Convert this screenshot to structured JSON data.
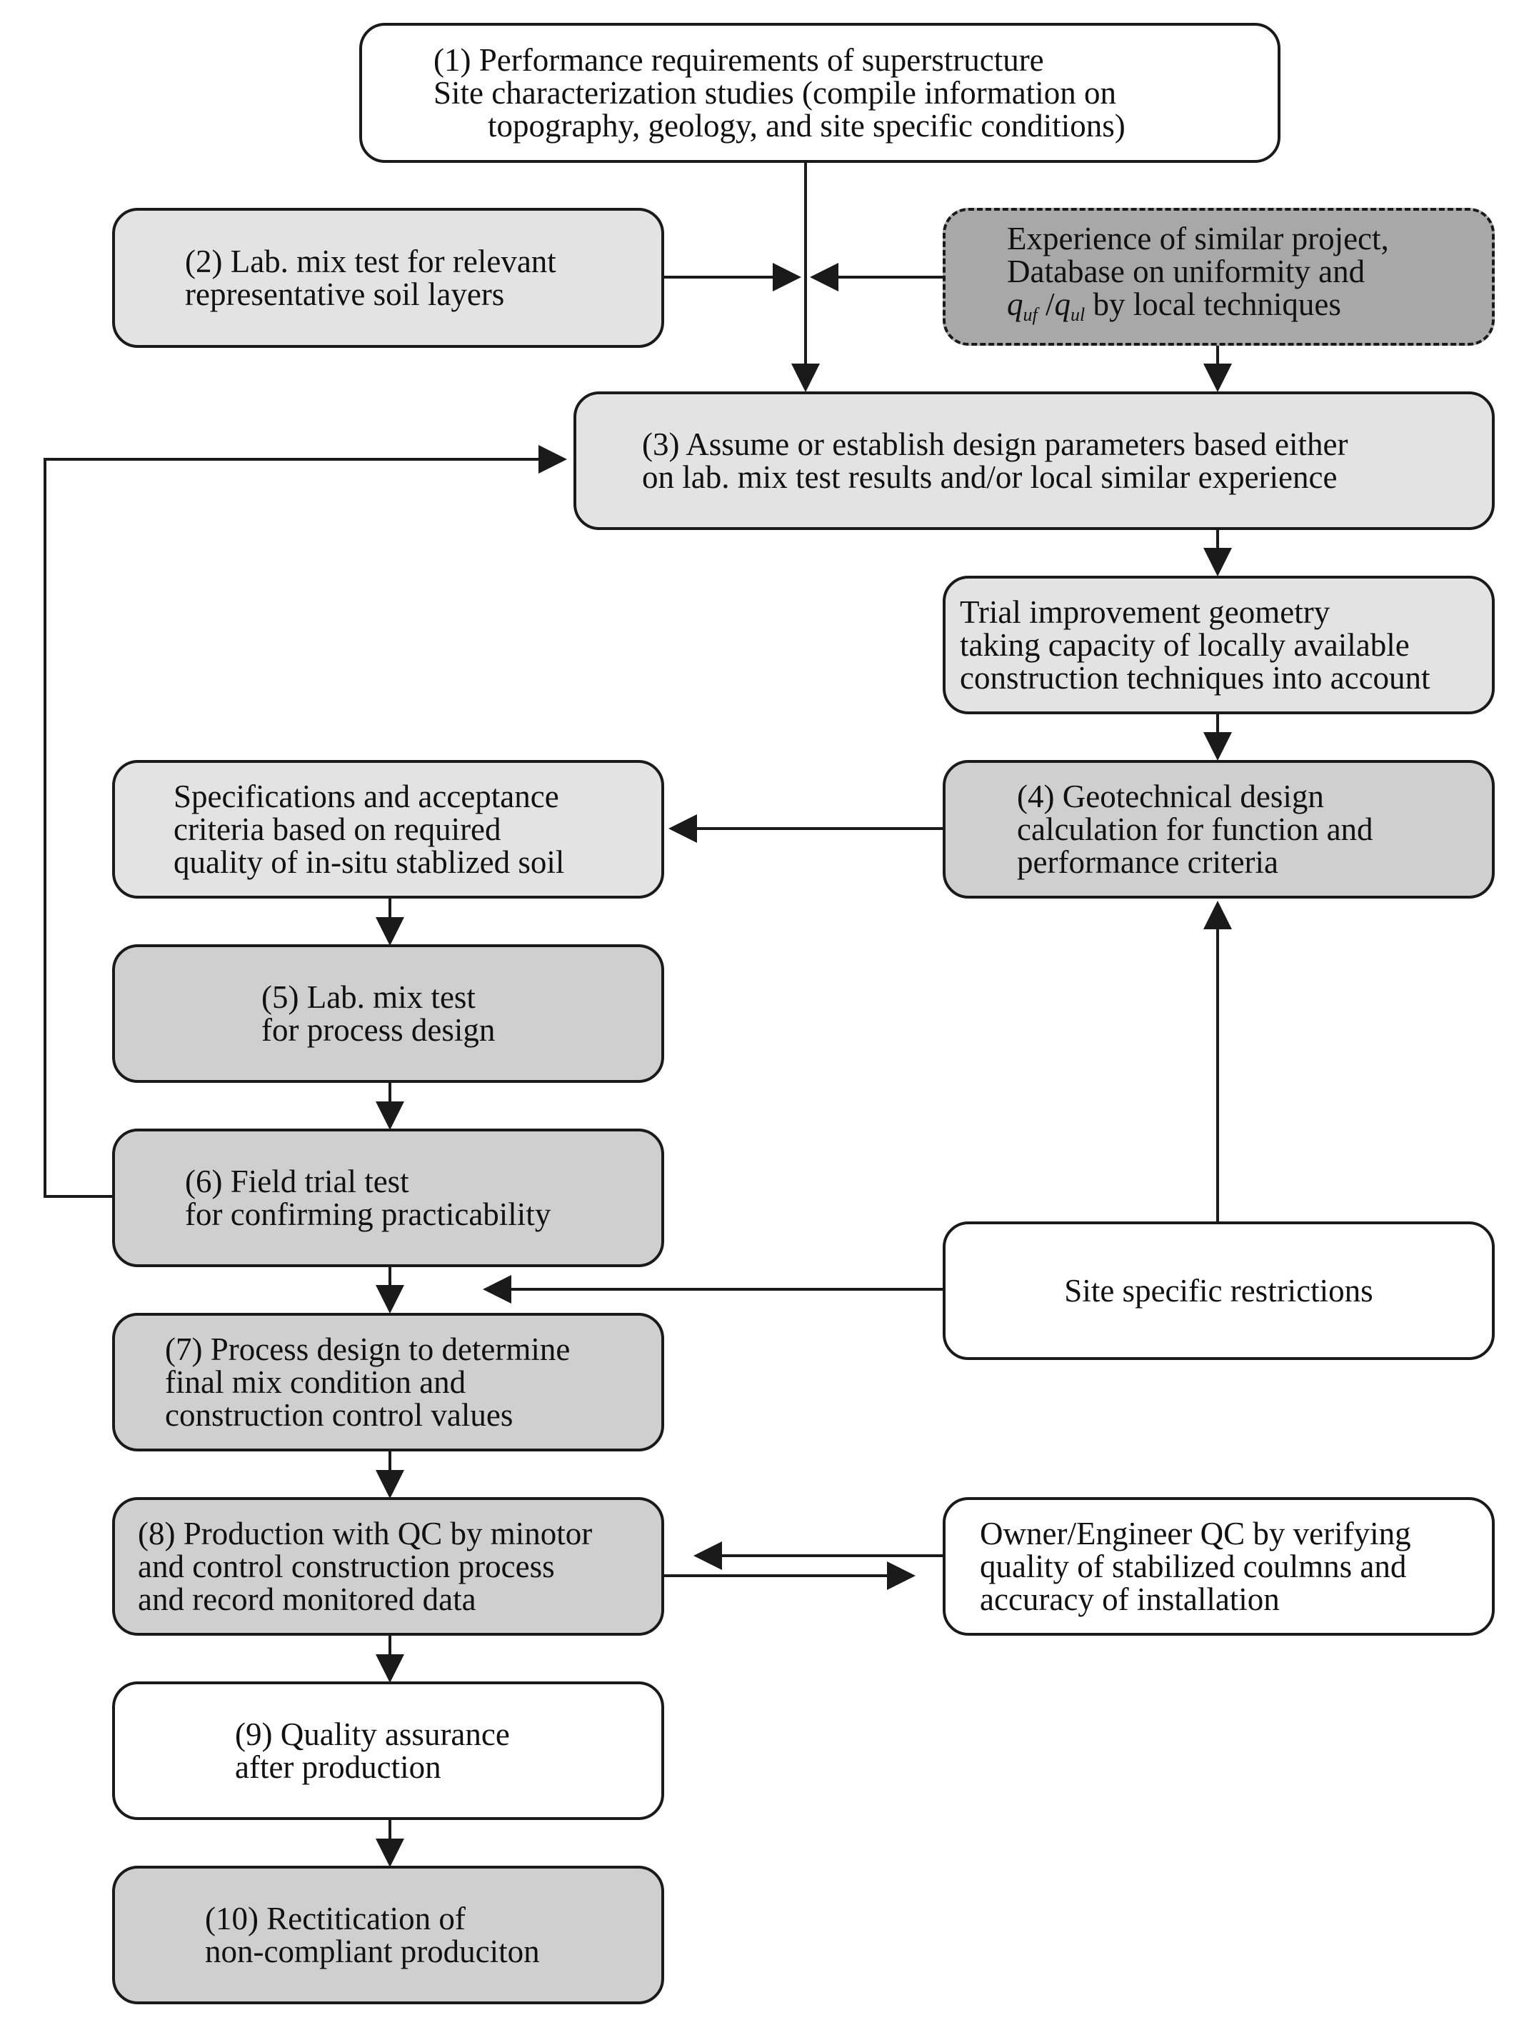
{
  "colors": {
    "white": "#ffffff",
    "light_gray": "#e3e3e3",
    "mid_gray": "#cfcfcf",
    "dark_gray": "#a8a8a8",
    "stroke": "#1a1a1a"
  },
  "nodes": {
    "n1": {
      "lines": [
        "(1) Performance requirements of superstructure",
        "Site characterization studies (compile information on",
        "topography, geology, and site specific conditions)"
      ]
    },
    "n2": {
      "lines": [
        "(2) Lab. mix test for relevant",
        "representative soil layers"
      ]
    },
    "exp": {
      "line1": "Experience of similar project,",
      "line2": "Database on uniformity and",
      "q1": "q",
      "s1": "uf",
      "slash": " /",
      "q2": "q",
      "s2": "ul",
      "rest": " by local techniques"
    },
    "n3": {
      "lines": [
        "(3) Assume or establish design parameters based either",
        "on lab. mix test results and/or local similar experience"
      ]
    },
    "trial": {
      "lines": [
        "Trial improvement geometry",
        "taking capacity of locally available",
        "construction techniques into account"
      ]
    },
    "n4": {
      "lines": [
        "(4) Geotechnical design",
        "calculation for function and",
        "performance criteria"
      ]
    },
    "spec": {
      "lines": [
        "Specifications and acceptance",
        "criteria based on required",
        "quality of in-situ stablized soil"
      ]
    },
    "n5": {
      "lines": [
        "(5) Lab. mix test",
        "for process design"
      ]
    },
    "n6": {
      "lines": [
        "(6) Field trial test",
        "for confirming practicability"
      ]
    },
    "site": {
      "lines": [
        "Site specific restrictions"
      ]
    },
    "n7": {
      "lines": [
        "(7) Process design to determine",
        "final mix condition and",
        "construction control values"
      ]
    },
    "n8": {
      "lines": [
        "(8) Production with QC by minotor",
        "and control construction process",
        "and record monitored data"
      ]
    },
    "owner": {
      "lines": [
        "Owner/Engineer QC by verifying",
        "quality of stabilized coulmns and",
        "accuracy of installation"
      ]
    },
    "n9": {
      "lines": [
        "(9) Quality assurance",
        "after production"
      ]
    },
    "n10": {
      "lines": [
        "(10) Rectitication of",
        "non-compliant produciton"
      ]
    }
  }
}
